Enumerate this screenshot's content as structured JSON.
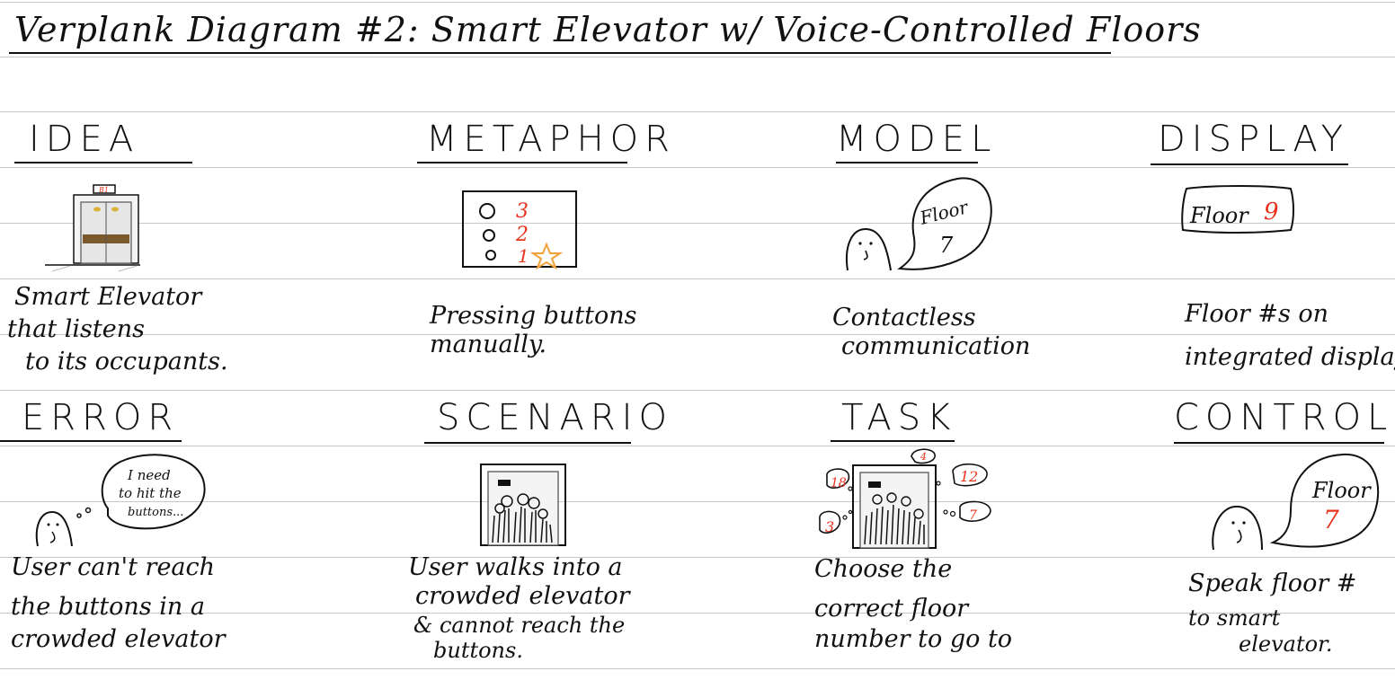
{
  "title": "Verplank Diagram #2: Smart Elevator w/ Voice-Controlled Floors",
  "colors": {
    "ink": "#111111",
    "rule": "#c8c8c8",
    "accent_red": "#e8321e",
    "accent_orange": "#f2a23a",
    "accent_gold": "#d9b23a",
    "accent_brown": "#7a5a2c"
  },
  "cells": [
    {
      "id": "idea",
      "heading": "IDEA",
      "caption_lines": [
        "Smart Elevator",
        "that listens",
        "to its occupants."
      ],
      "illustration": "elevator-icon",
      "labels": [
        "B1"
      ]
    },
    {
      "id": "metaphor",
      "heading": "METAPHOR",
      "caption_lines": [
        "Pressing buttons",
        "manually."
      ],
      "illustration": "button-panel-icon",
      "labels": [
        "3",
        "2",
        "1"
      ]
    },
    {
      "id": "model",
      "heading": "MODEL",
      "caption_lines": [
        "Contactless",
        "communication"
      ],
      "illustration": "person-speech-icon",
      "labels": [
        "Floor",
        "7"
      ]
    },
    {
      "id": "display",
      "heading": "DISPLAY",
      "caption_lines": [
        "Floor #s on",
        "integrated display."
      ],
      "illustration": "display-screen-icon",
      "labels": [
        "Floor",
        "9"
      ]
    },
    {
      "id": "error",
      "heading": "ERROR",
      "caption_lines": [
        "User can't reach",
        "the buttons in a",
        "crowded elevator"
      ],
      "illustration": "person-thought-icon",
      "labels": [
        "I need",
        "to hit the",
        "buttons..."
      ]
    },
    {
      "id": "scenario",
      "heading": "SCENARIO",
      "caption_lines": [
        "User walks into a",
        "crowded elevator",
        "& cannot reach the",
        "buttons."
      ],
      "illustration": "crowded-elevator-icon",
      "labels": []
    },
    {
      "id": "task",
      "heading": "TASK",
      "caption_lines": [
        "Choose the",
        "correct floor",
        "number to go to"
      ],
      "illustration": "crowded-elevator-requests-icon",
      "labels": [
        "4",
        "12",
        "18",
        "7",
        "3"
      ]
    },
    {
      "id": "control",
      "heading": "CONTROL",
      "caption_lines": [
        "Speak floor #",
        "to smart",
        "elevator."
      ],
      "illustration": "person-speech-icon",
      "labels": [
        "Floor",
        "7"
      ]
    }
  ]
}
